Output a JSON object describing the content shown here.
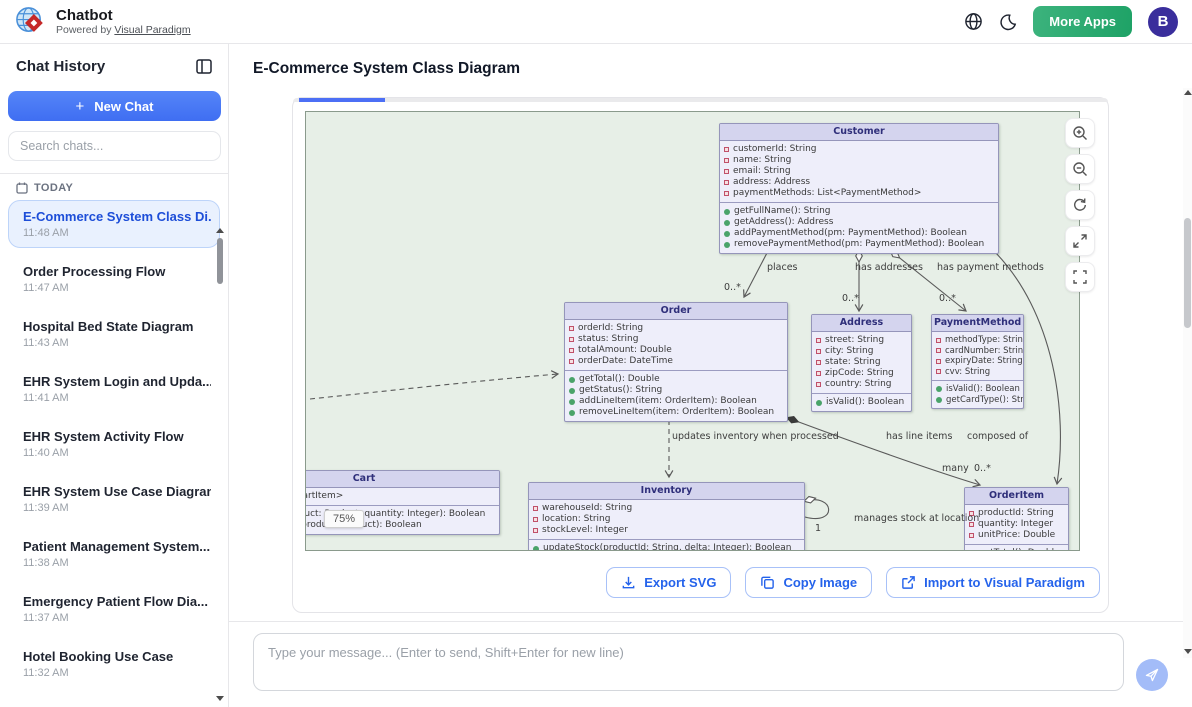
{
  "header": {
    "app_title": "Chatbot",
    "powered_by": "Powered by",
    "powered_by_link": "Visual Paradigm",
    "more_apps": "More Apps",
    "avatar_initial": "B"
  },
  "sidebar": {
    "title": "Chat History",
    "new_chat": "New Chat",
    "search_placeholder": "Search chats...",
    "section": "TODAY",
    "chats": [
      {
        "title": "E-Commerce System Class Di...",
        "time": "11:48 AM",
        "selected": true
      },
      {
        "title": "Order Processing Flow",
        "time": "11:47 AM",
        "selected": false
      },
      {
        "title": "Hospital Bed State Diagram",
        "time": "11:43 AM",
        "selected": false
      },
      {
        "title": "EHR System Login and Upda...",
        "time": "11:41 AM",
        "selected": false
      },
      {
        "title": "EHR System Activity Flow",
        "time": "11:40 AM",
        "selected": false
      },
      {
        "title": "EHR System Use Case Diagram",
        "time": "11:39 AM",
        "selected": false
      },
      {
        "title": "Patient Management System...",
        "time": "11:38 AM",
        "selected": false
      },
      {
        "title": "Emergency Patient Flow Dia...",
        "time": "11:37 AM",
        "selected": false
      },
      {
        "title": "Hotel Booking Use Case",
        "time": "11:32 AM",
        "selected": false
      }
    ]
  },
  "main": {
    "page_title": "E-Commerce System Class Diagram",
    "zoom_badge": "75%",
    "actions": [
      {
        "label": "Export SVG",
        "icon": "download-icon"
      },
      {
        "label": "Copy Image",
        "icon": "copy-icon"
      },
      {
        "label": "Import to Visual Paradigm",
        "icon": "external-link-icon"
      }
    ],
    "composer_placeholder": "Type your message... (Enter to send, Shift+Enter for new line)"
  },
  "diagram": {
    "classes": [
      {
        "name": "Customer",
        "attributes": [
          "customerId: String",
          "name: String",
          "email: String",
          "address: Address",
          "paymentMethods: List<PaymentMethod>"
        ],
        "methods": [
          "getFullName(): String",
          "getAddress(): Address",
          "addPaymentMethod(pm: PaymentMethod): Boolean",
          "removePaymentMethod(pm: PaymentMethod): Boolean"
        ]
      },
      {
        "name": "Order",
        "attributes": [
          "orderId: String",
          "status: String",
          "totalAmount: Double",
          "orderDate: DateTime"
        ],
        "methods": [
          "getTotal(): Double",
          "getStatus(): String",
          "addLineItem(item: OrderItem): Boolean",
          "removeLineItem(item: OrderItem): Boolean"
        ]
      },
      {
        "name": "Address",
        "attributes": [
          "street: String",
          "city: String",
          "state: String",
          "zipCode: String",
          "country: String"
        ],
        "methods": [
          "isValid(): Boolean"
        ]
      },
      {
        "name": "PaymentMethod",
        "attributes": [
          "methodType: String",
          "cardNumber: String",
          "expiryDate: String",
          "cvv: String"
        ],
        "methods": [
          "isValid(): Boolean",
          "getCardType(): String"
        ]
      },
      {
        "name": "Cart",
        "attributes": [
          "items: List<CartItem>"
        ],
        "methods": [
          "addItem(product: Product, quantity: Integer): Boolean",
          "removeItem(product: Product): Boolean"
        ]
      },
      {
        "name": "Inventory",
        "attributes": [
          "warehouseId: String",
          "location: String",
          "stockLevel: Integer"
        ],
        "methods": [
          "updateStock(productId: String, delta: Integer): Boolean"
        ]
      },
      {
        "name": "OrderItem",
        "attributes": [
          "productId: String",
          "quantity: Integer",
          "unitPrice: Double"
        ],
        "methods": [
          "getTotal(): Double"
        ]
      }
    ],
    "labels": {
      "places": "places",
      "has_addresses": "has addresses",
      "has_payment_methods": "has payment methods",
      "updates_inventory": "updates inventory when processed",
      "has_line_items": "has line items",
      "composed_of": "composed of",
      "manages_stock": "manages stock at location",
      "mult_places": "0..*",
      "mult_addresses": "0..*",
      "mult_payment": "0..*",
      "mult_many": "many",
      "mult_items": "0..*",
      "mult_one": "1"
    }
  },
  "icons": {
    "header": [
      "globe-icon",
      "moon-icon"
    ],
    "diagram_toolbar": [
      "zoom-in-icon",
      "zoom-out-icon",
      "reset-view-icon",
      "expand-icon",
      "fullscreen-icon"
    ]
  },
  "colors": {
    "accent_blue": "#4c6ff5",
    "green_button": "#2aa972",
    "avatar_bg": "#3a2e9c",
    "canvas_bg": "#e7efe7",
    "class_header_bg": "#d4d4ee",
    "class_body_bg": "#eeeefa",
    "class_border": "#9595ba",
    "attribute_marker": "#c0506a",
    "method_marker": "#4aa36a"
  }
}
